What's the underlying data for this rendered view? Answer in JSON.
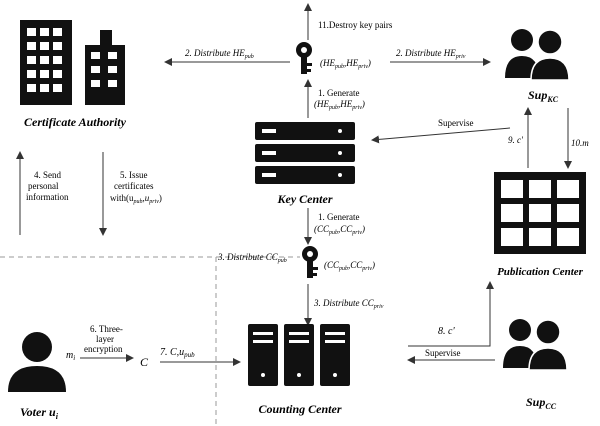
{
  "nodes": {
    "certificate_authority": "Certificate Authority",
    "key_center": "Key Center",
    "publication_center": "Publication Center",
    "counting_center": "Counting Center",
    "voter": "Voter u",
    "voter_sub": "i",
    "sup_kc": "Sup",
    "sup_kc_sub": "KC",
    "sup_cc": "Sup",
    "sup_cc_sub": "CC"
  },
  "edges": {
    "destroy_key_pairs": "11.Destroy key pairs",
    "distribute_he_pub": "2. Distribute HE",
    "distribute_he_pub_sub": "pub",
    "distribute_he_priv": "2. Distribute HE",
    "distribute_he_priv_sub": "priv",
    "he_pair_key": "(HE",
    "he_pair_key_a": "pub",
    "he_pair_key_mid": ",HE",
    "he_pair_key_b": "priv",
    "he_pair_key_end": ")",
    "generate_he_1": "1. Generate",
    "generate_he_2": "(HE",
    "generate_he_2a": "pub",
    "generate_he_2mid": ",HE",
    "generate_he_2b": "priv",
    "generate_he_2end": ")",
    "supervise_kc": "Supervise",
    "c_prime_9": "9. c'",
    "m_10": "10.m",
    "send_info_1": "4. Send",
    "send_info_2": "personal",
    "send_info_3": "information",
    "issue_cert_1": "5. Issue",
    "issue_cert_2": "certificates",
    "issue_cert_3a": "with(u",
    "issue_cert_3b": "pub",
    "issue_cert_3c": ",u",
    "issue_cert_3d": "priv",
    "issue_cert_3e": ")",
    "generate_cc_1": "1. Generate",
    "generate_cc_2": "(CC",
    "generate_cc_2a": "pub",
    "generate_cc_2mid": ",CC",
    "generate_cc_2b": "priv",
    "generate_cc_2end": ")",
    "distribute_cc_pub": "3. Distribute CC",
    "distribute_cc_pub_sub": "pub",
    "cc_pair_key": "(CC",
    "cc_pair_key_a": "pub",
    "cc_pair_key_mid": ",CC",
    "cc_pair_key_b": "priv",
    "cc_pair_key_end": ")",
    "distribute_cc_priv": "3. Distribute CC",
    "distribute_cc_priv_sub": "priv",
    "encryption_1": "6. Three-",
    "encryption_2": "layer",
    "encryption_3": "encryption",
    "m_i": "m",
    "m_i_sub": "i",
    "c_label": "C",
    "send_c_u": "7. C,u",
    "send_c_u_sub": "pub",
    "c_prime_8": "8. c'",
    "supervise_cc": "Supervise"
  }
}
